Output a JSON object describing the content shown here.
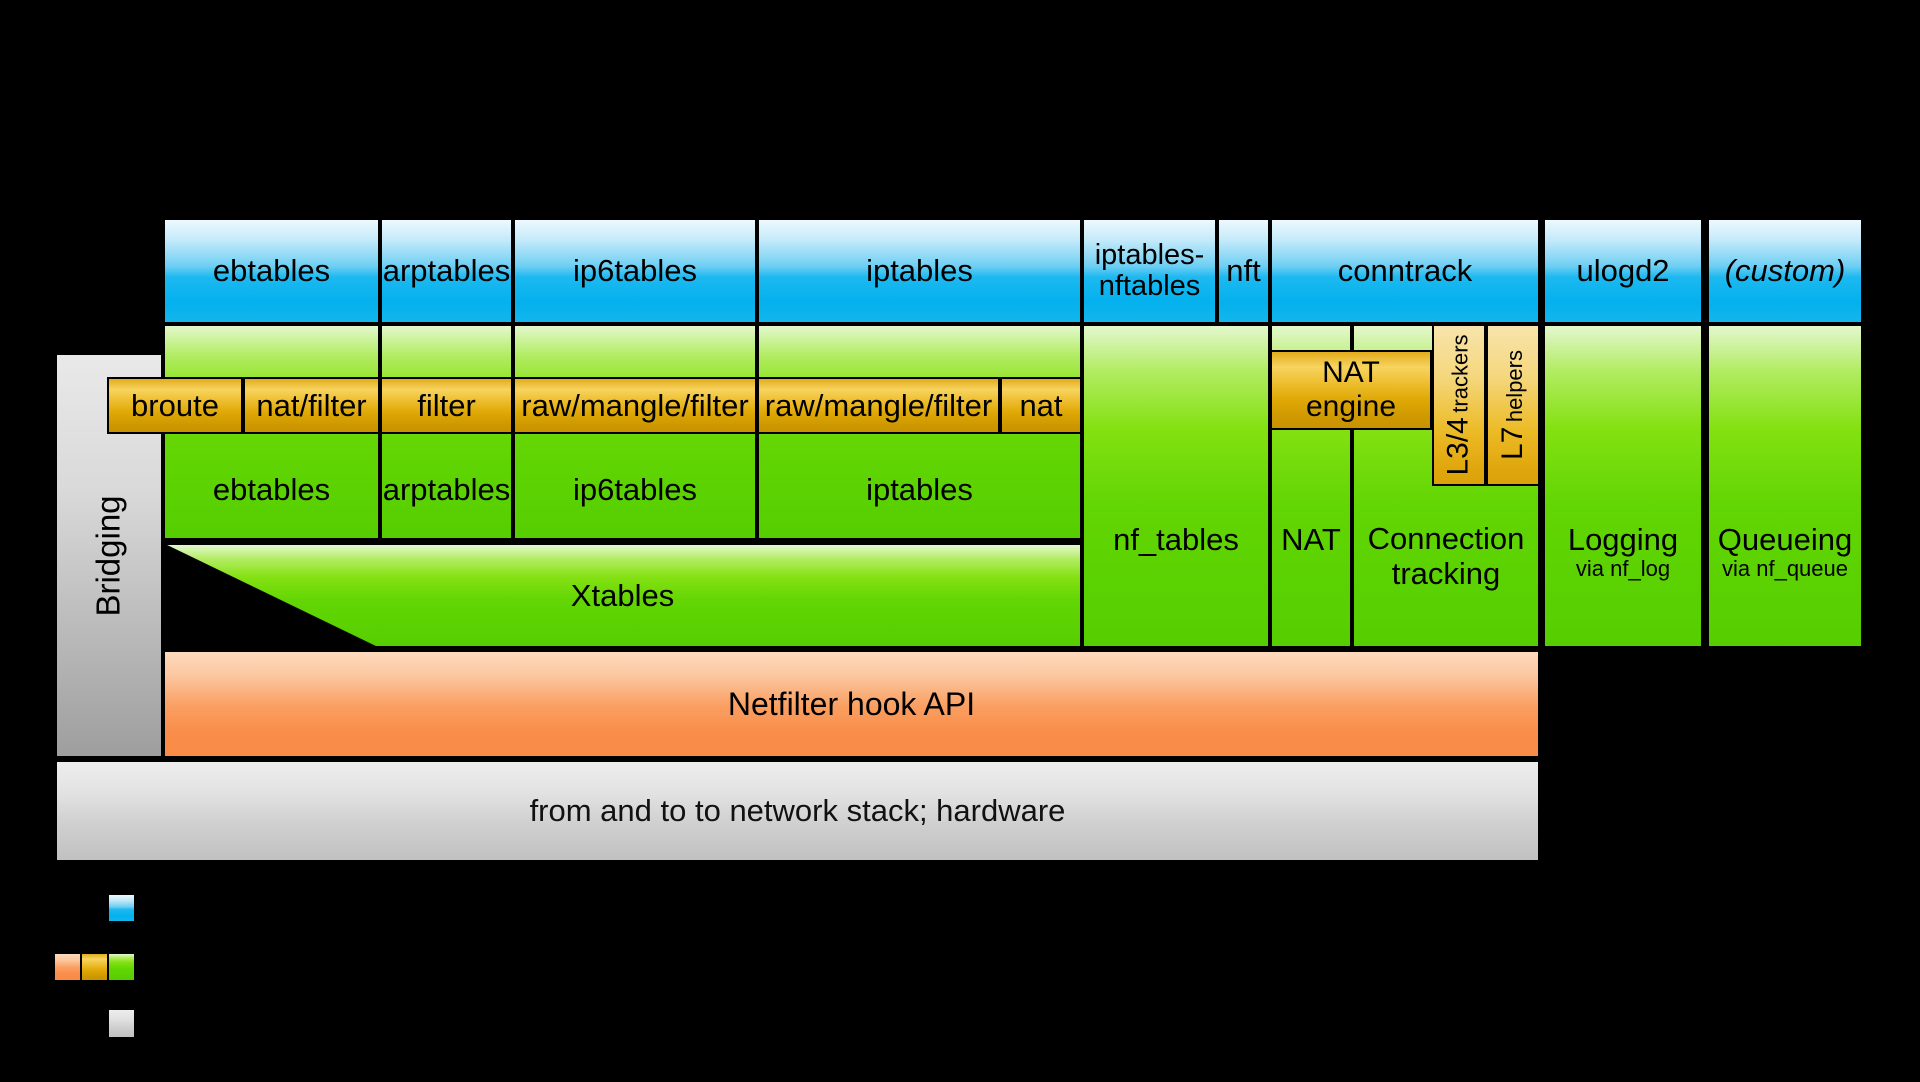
{
  "colors": {
    "background": "#000000",
    "userspace_blue": "#04b1ee",
    "kernel_green": "#55ce00",
    "kernel_amber": "#e0a906",
    "kernel_salmon": "#f98d49",
    "hardware_gray": "#c8c8c8"
  },
  "userspace_row": {
    "ebtables": "ebtables",
    "arptables": "arptables",
    "ip6tables": "ip6tables",
    "iptables": "iptables",
    "iptables_nftables_line1": "iptables-",
    "iptables_nftables_line2": "nftables",
    "nft": "nft",
    "conntrack": "conntrack",
    "ulogd2": "ulogd2",
    "custom": "(custom)"
  },
  "kernel": {
    "table_boxes": {
      "broute": "broute",
      "nat_filter": "nat/filter",
      "filter": "filter",
      "ip6_tables": "raw/mangle/filter",
      "ip4_tables": "raw/mangle/filter",
      "nat": "nat"
    },
    "columns": {
      "ebtables": "ebtables",
      "arptables": "arptables",
      "ip6tables": "ip6tables",
      "iptables": "iptables",
      "nf_tables": "nf_tables",
      "nat": "NAT",
      "connection_tracking_line1": "Connection",
      "connection_tracking_line2": "tracking",
      "logging": "Logging",
      "logging_sub": "via nf_log",
      "queueing": "Queueing",
      "queueing_sub": "via nf_queue"
    },
    "xtables": "Xtables",
    "nat_engine": {
      "line1": "NAT",
      "line2": "engine"
    },
    "l34_trackers": {
      "big": "L3/4",
      "small": "trackers"
    },
    "l7_helpers": {
      "big": "L7",
      "small": "helpers"
    },
    "bridging": "Bridging",
    "hook_api": "Netfilter hook API"
  },
  "hardware": {
    "caption": "from and to to network stack; hardware"
  },
  "legend": {
    "userspace_color": "#04b1ee",
    "kernel_colors": [
      "#f98d49",
      "#e0a906",
      "#55ce00"
    ],
    "hardware_color": "#c8c8c8"
  }
}
